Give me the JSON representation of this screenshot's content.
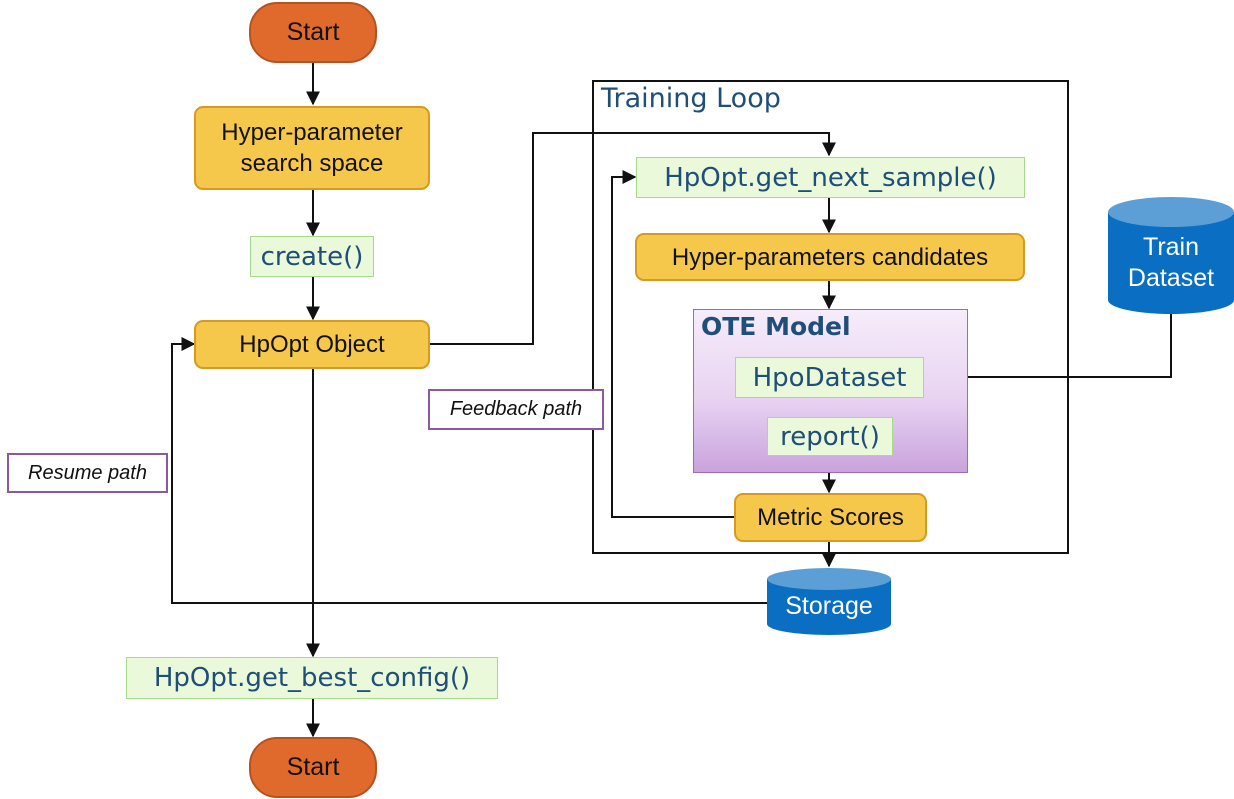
{
  "start_top": "Start",
  "search_space": "Hyper-parameter search space",
  "create_call": "create()",
  "hpopt_object": "HpOpt Object",
  "get_best_config": "HpOpt.get_best_config()",
  "start_bottom": "Start",
  "training_loop": {
    "title": "Training Loop",
    "get_next_sample": "HpOpt.get_next_sample()",
    "candidates": "Hyper-parameters candidates",
    "ote_model": {
      "title": "OTE Model",
      "hpo_dataset": "HpoDataset",
      "report": "report()"
    },
    "metric_scores": "Metric Scores"
  },
  "train_dataset": {
    "line1": "Train",
    "line2": "Dataset"
  },
  "storage": "Storage",
  "feedback_path": "Feedback path",
  "resume_path": "Resume path",
  "colors": {
    "terminal": "#e06a2c",
    "process": "#f5c74a",
    "code_fill": "#e9f9da",
    "code_text": "#1f4e79",
    "database": "#0a6fc2",
    "note_border": "#8a5aa0",
    "model_fill": "#e8d3f2"
  }
}
